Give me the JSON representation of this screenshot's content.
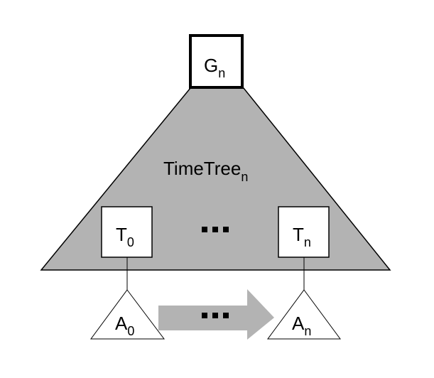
{
  "diagram": {
    "root": {
      "label": "G",
      "sub": "n"
    },
    "tree": {
      "label": "TimeTree",
      "sub": "n"
    },
    "leaves": [
      {
        "label": "T",
        "sub": "0"
      },
      {
        "label": "T",
        "sub": "n"
      }
    ],
    "ellipsis_middle": "▪▪▪",
    "subtrees": [
      {
        "label": "A",
        "sub": "0"
      },
      {
        "label": "A",
        "sub": "n"
      }
    ],
    "arrow_ellipsis": "▪▪▪",
    "colors": {
      "tree_fill": "#b3b3b3",
      "arrow_fill": "#b3b3b3",
      "stroke": "#000000"
    }
  }
}
